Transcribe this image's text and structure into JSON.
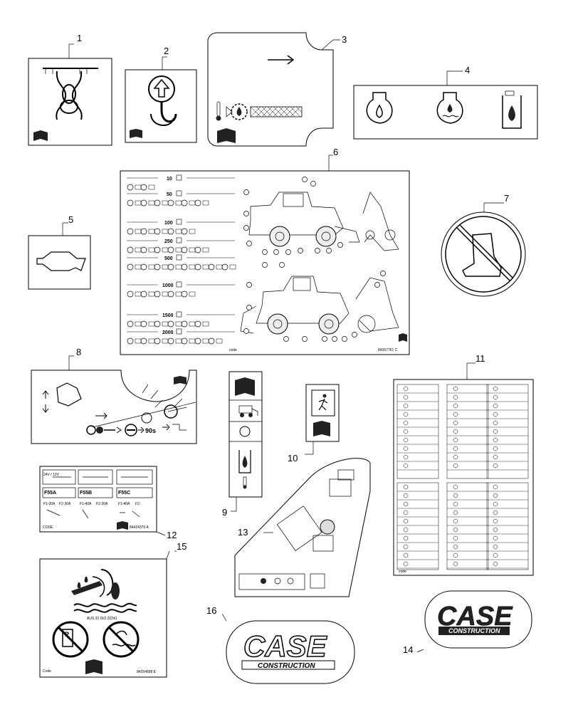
{
  "callouts": [
    "1",
    "2",
    "3",
    "4",
    "5",
    "6",
    "7",
    "8",
    "9",
    "10",
    "11",
    "12",
    "13",
    "14",
    "15",
    "16"
  ],
  "decal_codes": {
    "d6_code": "84367761 C",
    "d6_hours": [
      "10",
      "50",
      "100",
      "250",
      "500",
      "1000",
      "1500",
      "2000"
    ],
    "d8_timer": "90s",
    "d12_code": "84424376 A",
    "d12_fuses": [
      "F55A",
      "F55B",
      "F55C",
      "F1-30A",
      "F2-30A",
      "F1-40A",
      "F2-30A",
      "F1-40A",
      "F2-"
    ],
    "d12_voltage": "24V / 12V",
    "d12_footer": "CODE",
    "d15_fluid": "AUS 32 ISO 22241",
    "d15_code": "84264898 E",
    "d15_footer": "Code",
    "d11_code": "code"
  },
  "logos": {
    "brand": "CASE",
    "sub": "CONSTRUCTION"
  }
}
